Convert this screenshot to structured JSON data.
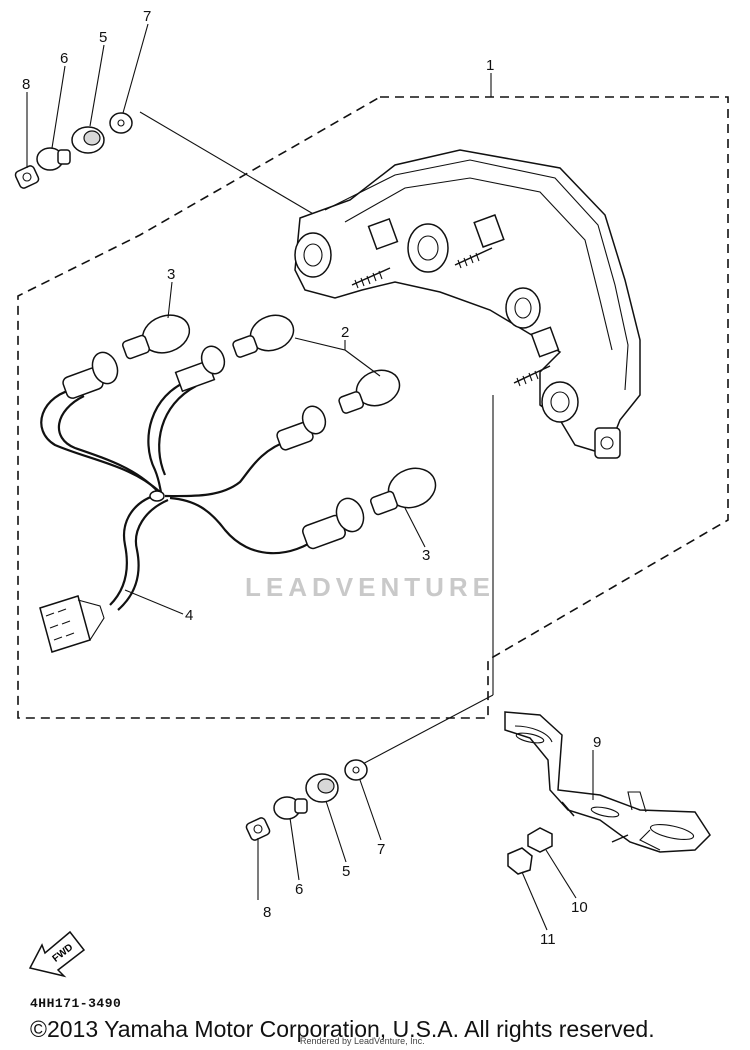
{
  "callouts": [
    {
      "id": "c1",
      "text": "1"
    },
    {
      "id": "c2",
      "text": "2"
    },
    {
      "id": "c3a",
      "text": "3"
    },
    {
      "id": "c3b",
      "text": "3"
    },
    {
      "id": "c4",
      "text": "4"
    },
    {
      "id": "c5a",
      "text": "5"
    },
    {
      "id": "c6a",
      "text": "6"
    },
    {
      "id": "c7a",
      "text": "7"
    },
    {
      "id": "c8a",
      "text": "8"
    },
    {
      "id": "c5b",
      "text": "5"
    },
    {
      "id": "c6b",
      "text": "6"
    },
    {
      "id": "c7b",
      "text": "7"
    },
    {
      "id": "c8b",
      "text": "8"
    },
    {
      "id": "c9",
      "text": "9"
    },
    {
      "id": "c10",
      "text": "10"
    },
    {
      "id": "c11",
      "text": "11"
    }
  ],
  "fwd_label": "FWD",
  "doc_number": "4HH171-3490",
  "copyright": "©2013 Yamaha Motor Corporation, U.S.A. All rights reserved.",
  "rendered_by": "Rendered by LeadVenture, Inc.",
  "watermark": "LEADVENTURE"
}
